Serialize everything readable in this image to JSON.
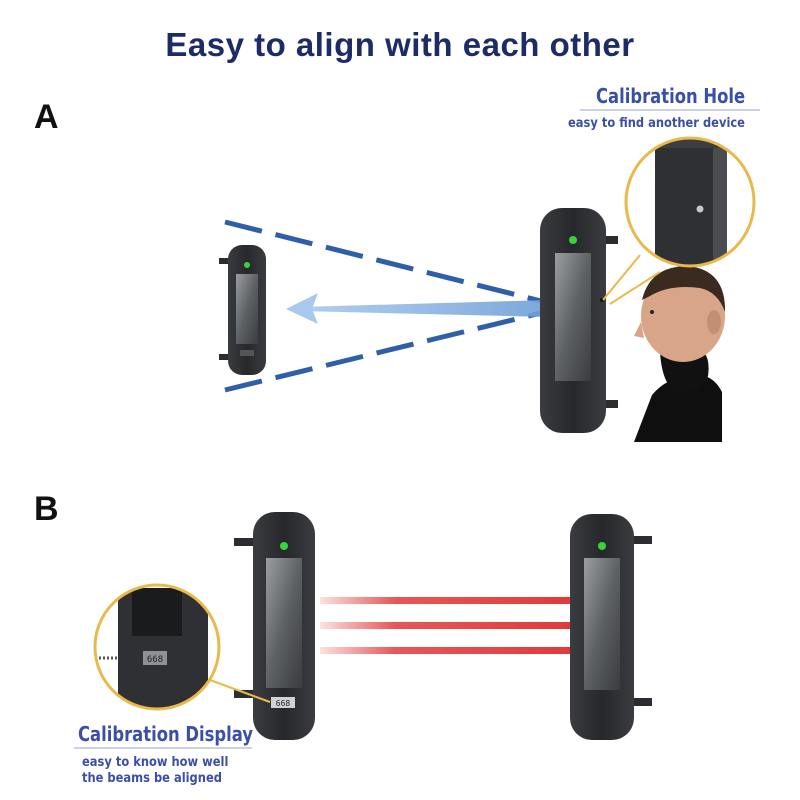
{
  "title": "Easy to align with each other",
  "sections": {
    "a": {
      "label": "A"
    },
    "b": {
      "label": "B"
    }
  },
  "calibration_hole": {
    "title": "Calibration Hole",
    "subtitle": "easy to find another device"
  },
  "calibration_display": {
    "title": "Calibration Display",
    "subtitle_line1": "easy to know how well",
    "subtitle_line2": "the beams be aligned",
    "display_value": "668"
  },
  "colors": {
    "title": "#1d2b66",
    "callout_text": "#3c4fa6",
    "callout_circle": "#e9b94c",
    "sight_lines": "#2f5fa8",
    "beam": "#e23a3a",
    "device_body": "#2b2d30",
    "indicator": "#3bd33b"
  }
}
